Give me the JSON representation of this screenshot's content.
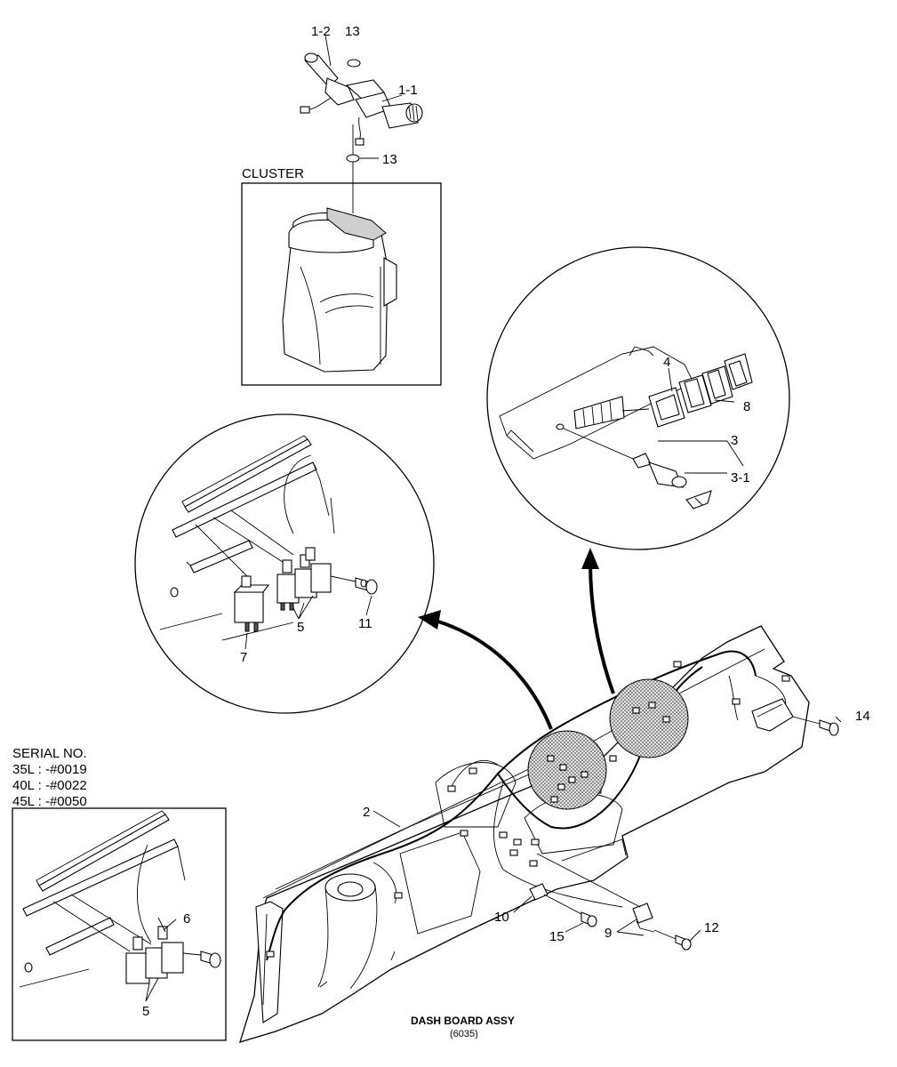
{
  "title": "DASH BOARD ASSY",
  "code": "(6035)",
  "cluster_label": "CLUSTER",
  "serial": {
    "heading": "SERIAL NO.",
    "lines": [
      "35L : -#0019",
      "40L : -#0022",
      "45L : -#0050"
    ]
  },
  "callouts": {
    "c1_2": "1-2",
    "c13a": "13",
    "c1_1": "1-1",
    "c13b": "13",
    "c4": "4",
    "c8": "8",
    "c3": "3",
    "c3_1": "3-1",
    "c5a": "5",
    "c7": "7",
    "c11": "11",
    "c14": "14",
    "c2": "2",
    "c6": "6",
    "c5b": "5",
    "c10": "10",
    "c15": "15",
    "c9": "9",
    "c12": "12"
  },
  "colors": {
    "line": "#000000",
    "background": "#ffffff",
    "highlight": "#9a9a9a"
  }
}
